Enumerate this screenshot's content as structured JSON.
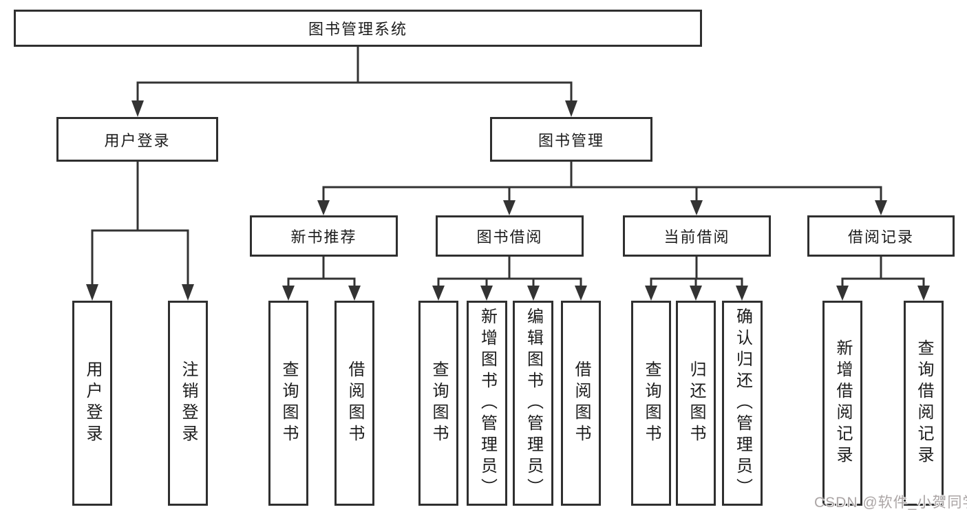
{
  "diagram": {
    "title": "图书管理系统",
    "level2": [
      "用户登录",
      "图书管理"
    ],
    "level3": [
      "新书推荐",
      "图书借阅",
      "当前借阅",
      "借阅记录"
    ],
    "leaves": {
      "user_login": [
        "用户登录",
        "注销登录"
      ],
      "new_book": [
        "查询图书",
        "借阅图书"
      ],
      "borrow": [
        "查询图书",
        "新增图书（管理员）",
        "编辑图书（管理员）",
        "借阅图书"
      ],
      "current": [
        "查询图书",
        "归还图书",
        "确认归还（管理员）"
      ],
      "records": [
        "新增借阅记录",
        "查询借阅记录"
      ]
    },
    "tree": {
      "root": "图书管理系统",
      "children": [
        {
          "name": "用户登录",
          "children": [
            "用户登录",
            "注销登录"
          ]
        },
        {
          "name": "图书管理",
          "children": [
            {
              "name": "新书推荐",
              "children": [
                "查询图书",
                "借阅图书"
              ]
            },
            {
              "name": "图书借阅",
              "children": [
                "查询图书",
                "新增图书（管理员）",
                "编辑图书（管理员）",
                "借阅图书"
              ]
            },
            {
              "name": "当前借阅",
              "children": [
                "查询图书",
                "归还图书",
                "确认归还（管理员）"
              ]
            },
            {
              "name": "借阅记录",
              "children": [
                "新增借阅记录",
                "查询借阅记录"
              ]
            }
          ]
        }
      ]
    }
  },
  "watermark": "CSDN @软件_小贺同学",
  "colors": {
    "line": "#333333",
    "box_border": "#2f2f2f",
    "text": "#1c1c1c",
    "background": "#ffffff",
    "watermark_text": "#aba5a5"
  }
}
